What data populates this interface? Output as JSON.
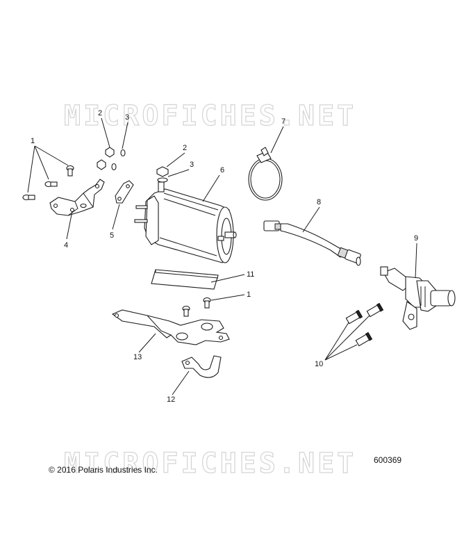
{
  "watermark": {
    "top": "MICROFICHES.NET",
    "bottom": "MICROFICHES.NET"
  },
  "callouts": {
    "c1a": "1",
    "c2a": "2",
    "c3a": "3",
    "c2b": "2",
    "c3b": "3",
    "c6": "6",
    "c7": "7",
    "c4": "4",
    "c5": "5",
    "c8": "8",
    "c9": "9",
    "c11": "11",
    "c1b": "1",
    "c13": "13",
    "c10": "10",
    "c12": "12"
  },
  "footer": {
    "copyright": "© 2016 Polaris Industries Inc.",
    "diagram_number": "600369"
  }
}
